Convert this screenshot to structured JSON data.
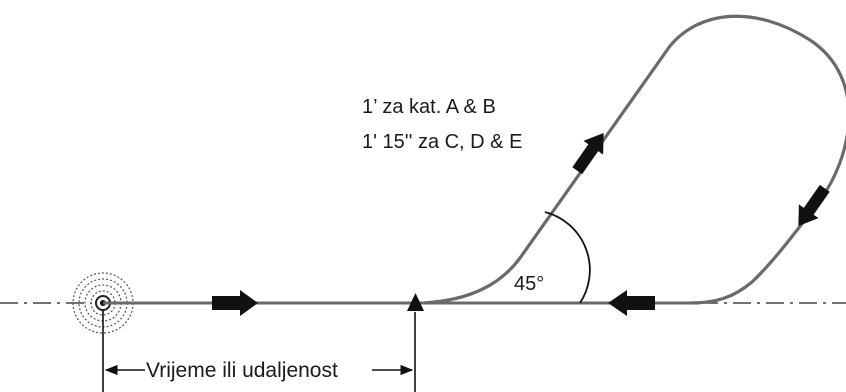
{
  "timing": {
    "line1": "1’ za kat. A & B",
    "line2": "1' 15'' za C, D & E"
  },
  "angle_label": "45°",
  "distance_label": "Vrijeme ili udaljenost",
  "colors": {
    "track": "#6a6a6a",
    "arrow": "#111111",
    "text": "#1a1a1a",
    "beacon": "#555555"
  },
  "symbols": [
    "navaid-beacon-icon",
    "fix-triangle-icon",
    "direction-arrow-icon"
  ]
}
